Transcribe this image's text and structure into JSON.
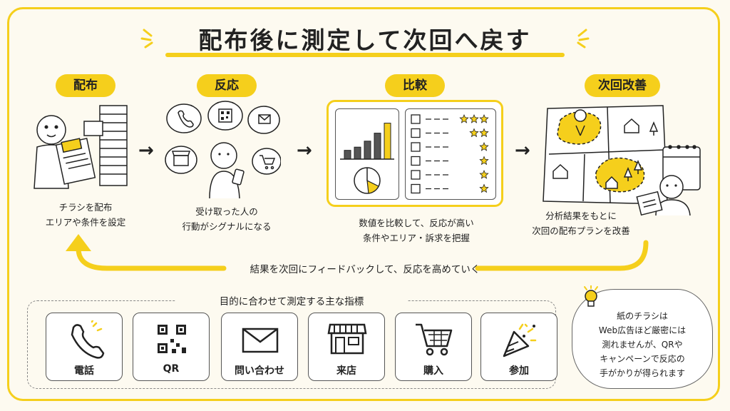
{
  "title": "配布後に測定して次回へ戻す",
  "stages": [
    {
      "label": "配布",
      "caption": [
        "チラシを配布",
        "エリアや条件を設定"
      ]
    },
    {
      "label": "反応",
      "caption": [
        "受け取った人の",
        "行動がシグナルになる"
      ]
    },
    {
      "label": "比較",
      "caption": [
        "数値を比較して、反応が高い",
        "条件やエリア・訴求を把握"
      ]
    },
    {
      "label": "次回改善",
      "caption": [
        "分析結果をもとに",
        "次回の配布プランを改善"
      ]
    }
  ],
  "arrow_glyph": "→",
  "loop_text": "結果を次回にフィードバックして、反応を高めていく",
  "metrics_title": "目的に合わせて測定する主な指標",
  "metrics": [
    {
      "label": "電話",
      "icon": "phone-icon"
    },
    {
      "label": "QR",
      "icon": "qr-code-icon"
    },
    {
      "label": "問い合わせ",
      "icon": "envelope-icon"
    },
    {
      "label": "来店",
      "icon": "storefront-icon"
    },
    {
      "label": "購入",
      "icon": "shopping-cart-icon"
    },
    {
      "label": "参加",
      "icon": "party-popper-icon"
    }
  ],
  "comparison": {
    "bar_values": [
      0.22,
      0.3,
      0.45,
      0.65,
      0.9
    ],
    "rows": [
      {
        "icon": "phone-icon",
        "stars": 3
      },
      {
        "icon": "qr-code-icon",
        "stars": 2
      },
      {
        "icon": "envelope-icon",
        "stars": 1
      },
      {
        "icon": "storefront-icon",
        "stars": 1
      },
      {
        "icon": "shopping-cart-icon",
        "stars": 1
      },
      {
        "icon": "party-popper-icon",
        "stars": 1
      }
    ]
  },
  "note": {
    "lines": [
      "紙のチラシは",
      "Web広告ほど厳密には",
      "測れませんが、QRや",
      "キャンペーンで反応の",
      "手がかりが得られます"
    ],
    "icon": "lightbulb-icon"
  },
  "colors": {
    "accent": "#f5cf1c",
    "ink": "#222222",
    "background": "#fdfaf0"
  }
}
